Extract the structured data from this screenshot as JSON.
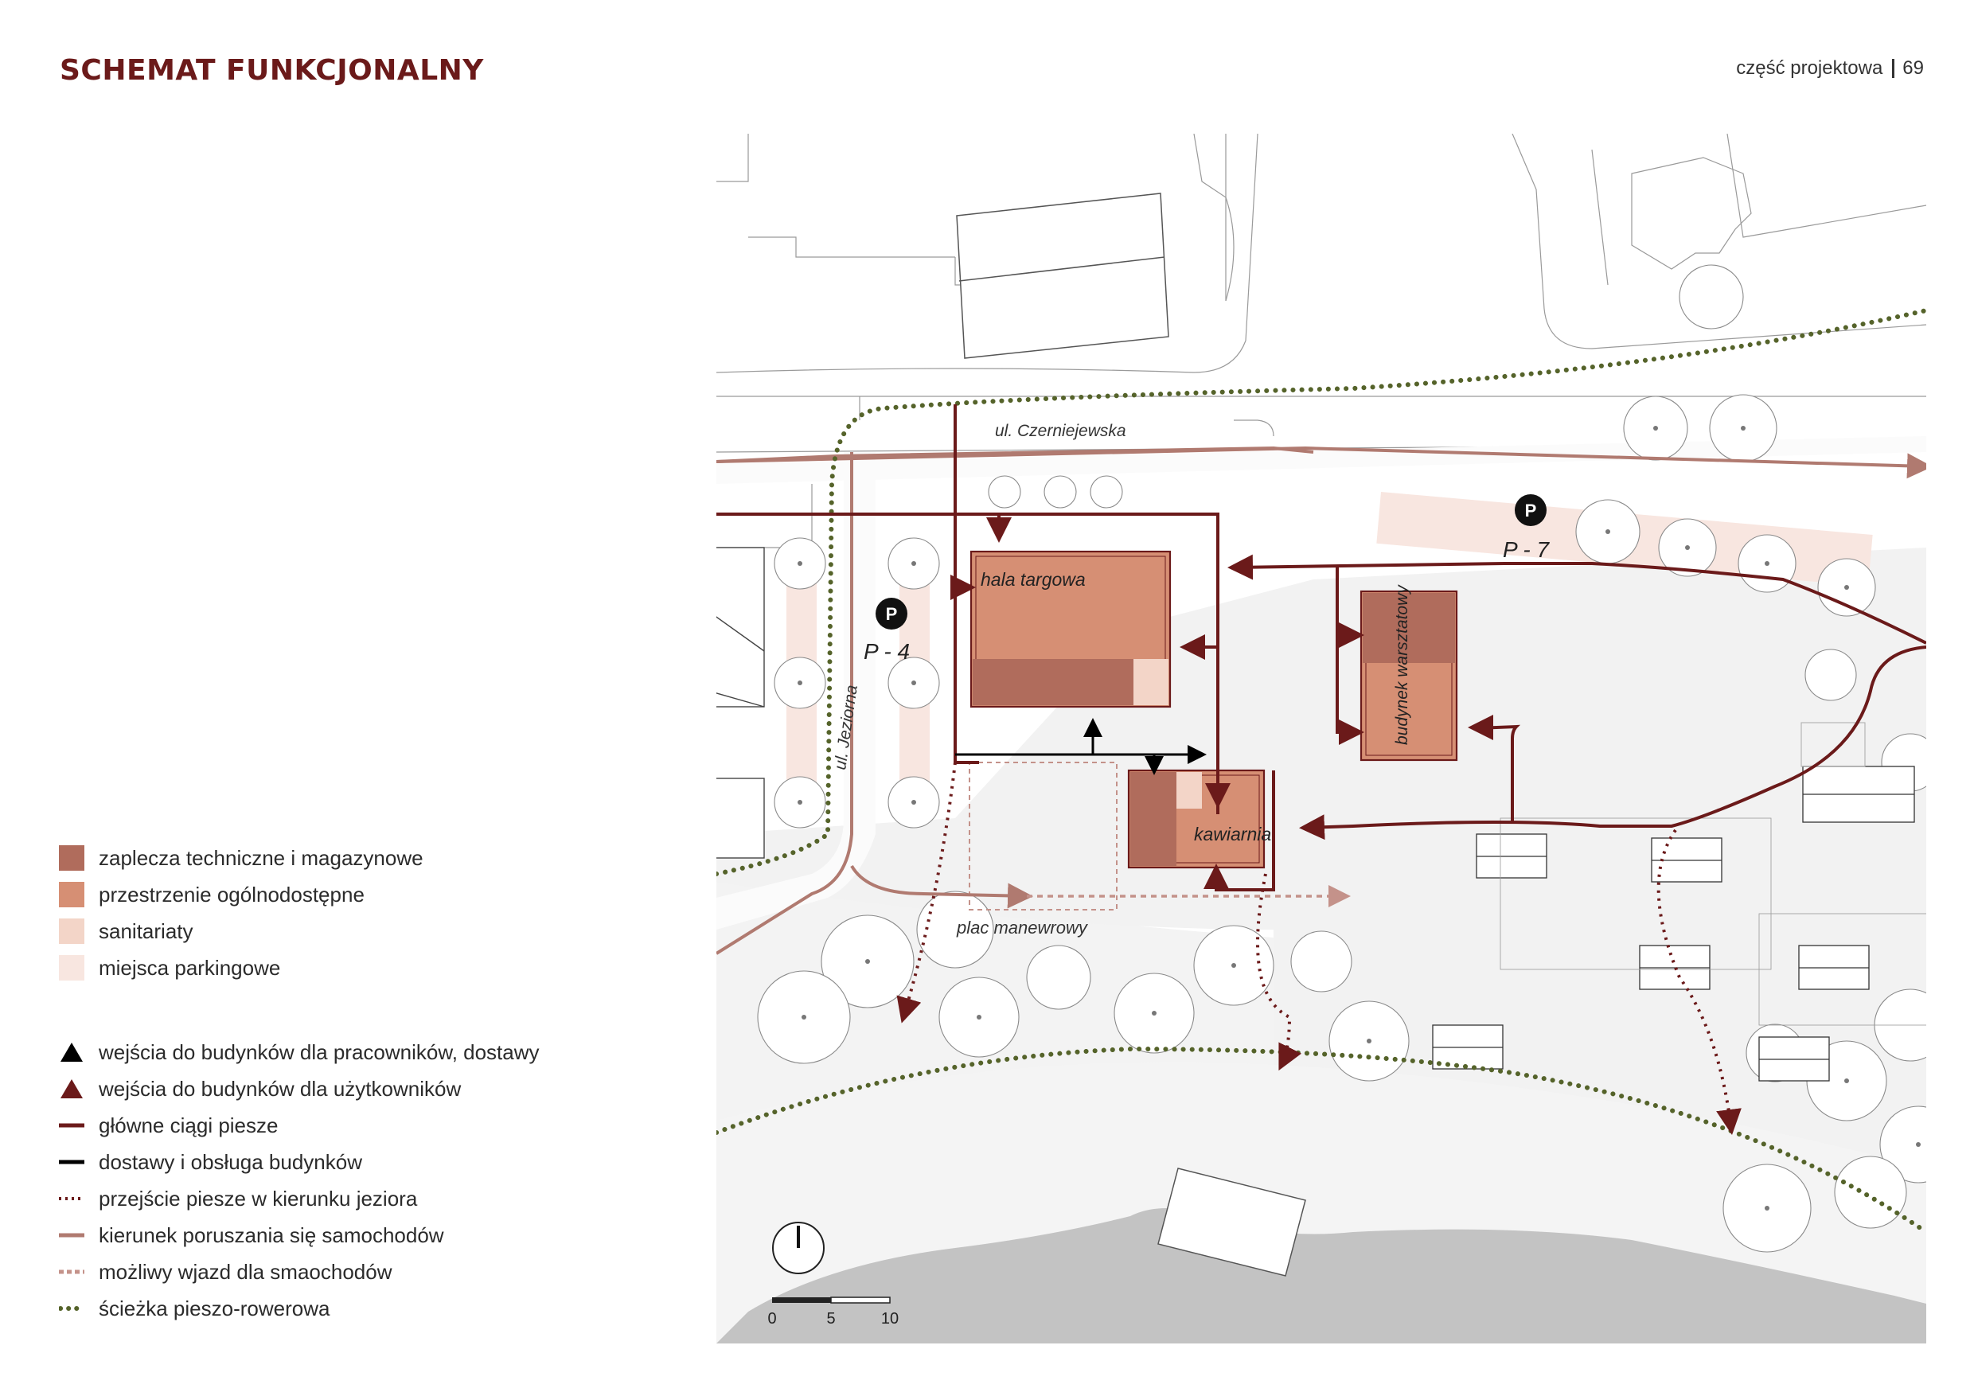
{
  "header": {
    "title": "SCHEMAT FUNKCJONALNY",
    "section": "część projektowa",
    "page_number": "69"
  },
  "map": {
    "street_north": "ul. Czerniejewska",
    "street_west": "ul. Jeziorna",
    "building_hall": "hala targowa",
    "building_cafe": "kawiarnia",
    "building_workshop": "budynek warsztatowy",
    "parking_p4_symbol": "P",
    "parking_p4_label": "P - 4",
    "parking_p7_symbol": "P",
    "parking_p7_label": "P - 7",
    "maneuver_area": "plac manewrowy",
    "scale_labels": [
      "0",
      "5",
      "10"
    ]
  },
  "legend": {
    "areas": [
      {
        "label": "zaplecza techniczne i magazynowe",
        "color": "#b06c5c"
      },
      {
        "label": "przestrzenie ogólnodostępne",
        "color": "#d68f74"
      },
      {
        "label": "sanitariaty",
        "color": "#f3d5c8"
      },
      {
        "label": "miejsca parkingowe",
        "color": "#f8e6e0"
      }
    ],
    "symbols": [
      {
        "label": "wejścia do budynków dla pracowników, dostawy",
        "icon": "black-triangle-icon",
        "color": "#000000"
      },
      {
        "label": "wejścia do budynków dla użytkowników",
        "icon": "maroon-triangle-icon",
        "color": "#6b1a1a"
      },
      {
        "label": "główne ciągi piesze",
        "icon": "maroon-line-icon",
        "color": "#6b1a1a"
      },
      {
        "label": "dostawy i obsługa budynków",
        "icon": "black-line-icon",
        "color": "#000000"
      },
      {
        "label": "przejście piesze w kierunku jeziora",
        "icon": "maroon-dotted-line-icon",
        "color": "#6b1a1a"
      },
      {
        "label": "kierunek poruszania się samochodów",
        "icon": "pink-line-icon",
        "color": "#b07a70"
      },
      {
        "label": "możliwy wjazd dla smaochodów",
        "icon": "pink-dashed-line-icon",
        "color": "#c4928a"
      },
      {
        "label": "ścieżka pieszo-rowerowa",
        "icon": "green-dotted-line-icon",
        "color": "#55632a"
      }
    ]
  }
}
